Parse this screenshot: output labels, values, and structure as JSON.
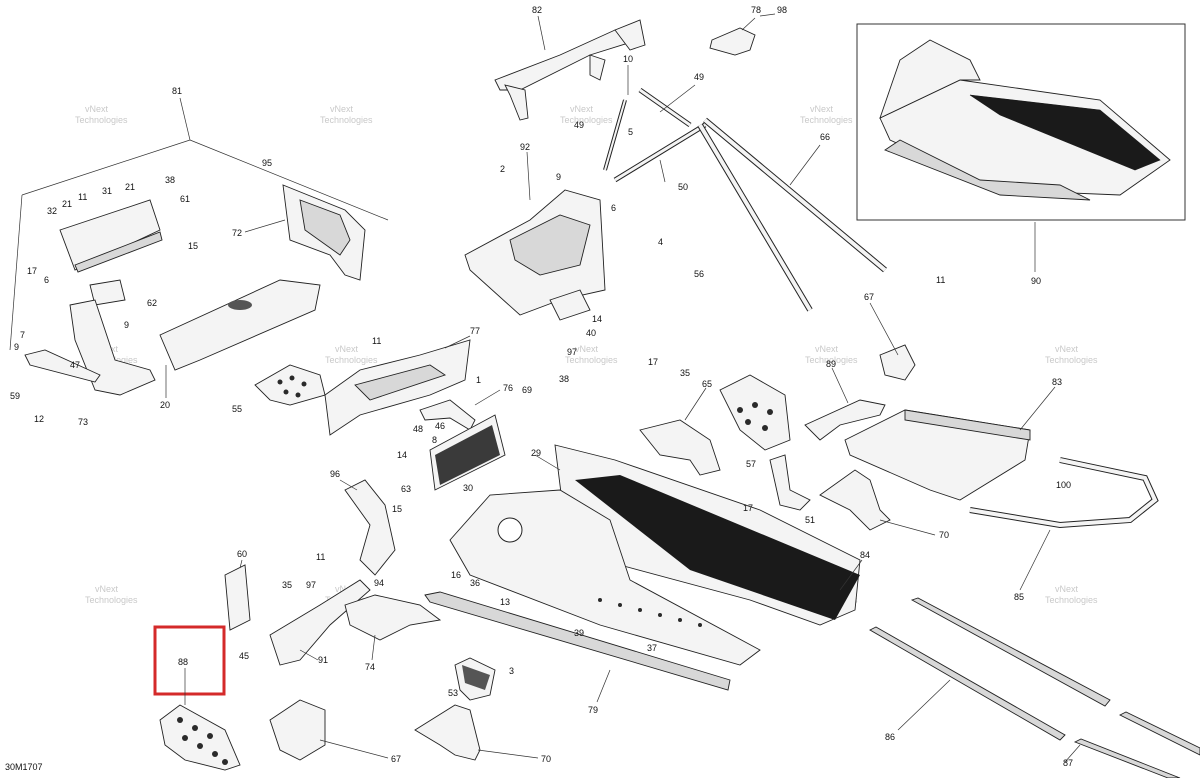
{
  "diagram": {
    "reference_code": "30M1707",
    "watermark": {
      "line1": "vNext",
      "line2": "Technologies"
    },
    "highlight_color": "#d42a2a",
    "line_color": "#222222",
    "callouts": {
      "c82": "82",
      "c78": "78",
      "c98": "98",
      "c10": "10",
      "c49a": "49",
      "c49b": "49",
      "c5": "5",
      "c92": "92",
      "c2": "2",
      "c9a": "9",
      "c6": "6",
      "c50": "50",
      "c66": "66",
      "c81": "81",
      "c95": "95",
      "c38": "38",
      "c11a": "11",
      "c21a": "21",
      "c31": "31",
      "c32": "32",
      "c21b": "21",
      "c61": "61",
      "c72": "72",
      "c15a": "15",
      "c17a": "17",
      "c6b": "6",
      "c62": "62",
      "c9b": "9",
      "c7": "7",
      "c9c": "9",
      "c47": "47",
      "c59": "59",
      "c12": "12",
      "c73": "73",
      "c20": "20",
      "c4": "4",
      "c56": "56",
      "c11b": "11",
      "c90": "90",
      "c67a": "67",
      "c14a": "14",
      "c40": "40",
      "c97a": "97",
      "c17b": "17",
      "c38b": "38",
      "c35a": "35",
      "c77": "77",
      "c11c": "11",
      "c1": "1",
      "c55": "55",
      "c76": "76",
      "c69": "69",
      "c65": "65",
      "c89": "89",
      "c83": "83",
      "c48": "48",
      "c46": "46",
      "c8": "8",
      "c14b": "14",
      "c29": "29",
      "c63": "63",
      "c30": "30",
      "c57": "57",
      "c17c": "17",
      "c51": "51",
      "c70a": "70",
      "c100": "100",
      "c96": "96",
      "c15b": "15",
      "c11d": "11",
      "c60": "60",
      "c35b": "35",
      "c97b": "97",
      "c94": "94",
      "c16": "16",
      "c36": "36",
      "c84": "84",
      "c85": "85",
      "c13": "13",
      "c39": "39",
      "c37": "37",
      "c45": "45",
      "c91": "91",
      "c74": "74",
      "c3": "3",
      "c53": "53",
      "c79": "79",
      "c88": "88",
      "c67b": "67",
      "c70b": "70",
      "c86": "86",
      "c87": "87"
    }
  }
}
